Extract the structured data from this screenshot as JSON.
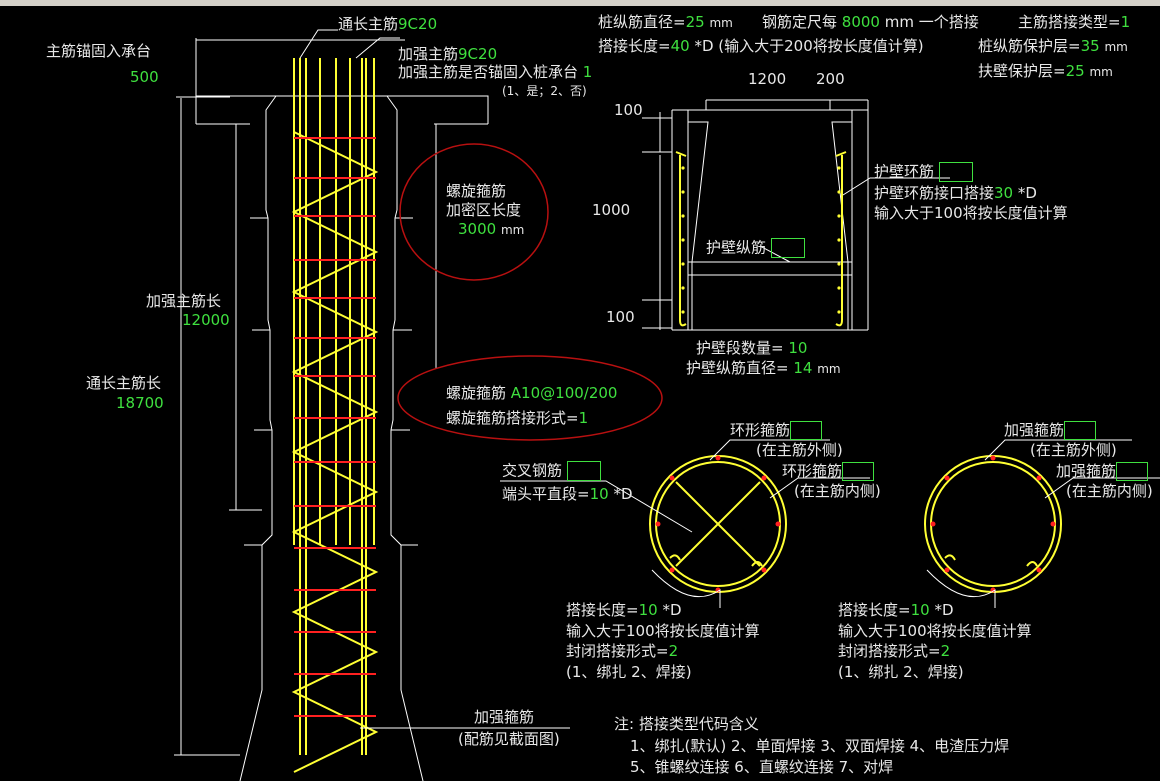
{
  "colors": {
    "background": "#000000",
    "line": "#ffffff",
    "rebar": "#ffff33",
    "stirrup_red": "#ff2020",
    "value_green": "#3fe03f",
    "circle_red": "#b81010"
  },
  "pile_elevation": {
    "main_anchor_label": "主筋锚固入承台",
    "main_anchor_value": "500",
    "full_main_label": "通长主筋",
    "full_main_value": "9C20",
    "reinforce_main_label": "加强主筋",
    "reinforce_main_value": "9C20",
    "reinforce_anchor_label": "加强主筋是否锚固入桩承台",
    "reinforce_anchor_value": "1",
    "reinforce_anchor_options": "(1、是；2、否)",
    "spiral_dense_label1": "螺旋箍筋",
    "spiral_dense_label2": "加密区长度",
    "spiral_dense_value": "3000",
    "spiral_dense_unit": "mm",
    "reinforce_len_label": "加强主筋长",
    "reinforce_len_value": "12000",
    "full_len_label": "通长主筋长",
    "full_len_value": "18700",
    "spiral_label": "螺旋箍筋",
    "spiral_value": "A10@100/200",
    "spiral_lap_label": "螺旋箍筋搭接形式=",
    "spiral_lap_value": "1",
    "reinforce_stirrup_label": "加强箍筋",
    "reinforce_stirrup_note": "(配筋见截面图)"
  },
  "header_params": {
    "dia_label": "桩纵筋直径=",
    "dia_value": "25",
    "dia_unit": "mm",
    "len_label": "钢筋定尺每",
    "len_value": "8000",
    "len_unit": "mm 一个搭接",
    "lap_type_label": "主筋搭接类型=",
    "lap_type_value": "1",
    "lap_len_label": "搭接长度=",
    "lap_len_value": "40",
    "lap_len_note": "*D  (输入大于200将按长度值计算)",
    "cover_label": "桩纵筋保护层=",
    "cover_value": "35",
    "cover_unit": "mm",
    "wall_cover_label": "扶壁保护层=",
    "wall_cover_value": "25",
    "wall_cover_unit": "mm"
  },
  "retaining_wall": {
    "dim_1200": "1200",
    "dim_200": "200",
    "dim_100_top": "100",
    "dim_1000": "1000",
    "dim_100_bottom": "100",
    "ring_label": "护壁环筋",
    "ring_lap_label": "护壁环筋接口搭接",
    "ring_lap_value": "30",
    "ring_lap_unit": "*D",
    "ring_lap_note": "输入大于100将按长度值计算",
    "long_bar_label": "护壁纵筋",
    "segment_count_label": "护壁段数量=",
    "segment_count_value": "10",
    "long_dia_label": "护壁纵筋直径=",
    "long_dia_value": "14",
    "long_dia_unit": "mm"
  },
  "section1": {
    "ring_outer_label": "环形箍筋",
    "ring_outer_note": "(在主筋外侧)",
    "ring_inner_label": "环形箍筋",
    "ring_inner_note": "(在主筋内侧)",
    "cross_label": "交叉钢筋",
    "end_label": "端头平直段=",
    "end_value": "10",
    "end_unit": "*D",
    "lap_label": "搭接长度=",
    "lap_value": "10",
    "lap_unit": "*D",
    "lap_note": "输入大于100将按长度值计算",
    "close_label": "封闭搭接形式=",
    "close_value": "2",
    "close_options": "(1、绑扎   2、焊接)"
  },
  "section2": {
    "outer_label": "加强箍筋",
    "outer_note": "(在主筋外侧)",
    "inner_label": "加强箍筋",
    "inner_note": "(在主筋内侧)",
    "lap_label": "搭接长度=",
    "lap_value": "10",
    "lap_unit": "*D",
    "lap_note": "输入大于100将按长度值计算",
    "close_label": "封闭搭接形式=",
    "close_value": "2",
    "close_options": "(1、绑扎   2、焊接)"
  },
  "notes": {
    "title": "注: 搭接类型代码含义",
    "line1": "1、绑扎(默认)    2、单面焊接     3、双面焊接     4、电渣压力焊",
    "line2": "5、锥螺纹连接    6、直螺纹连接     7、对焊"
  }
}
